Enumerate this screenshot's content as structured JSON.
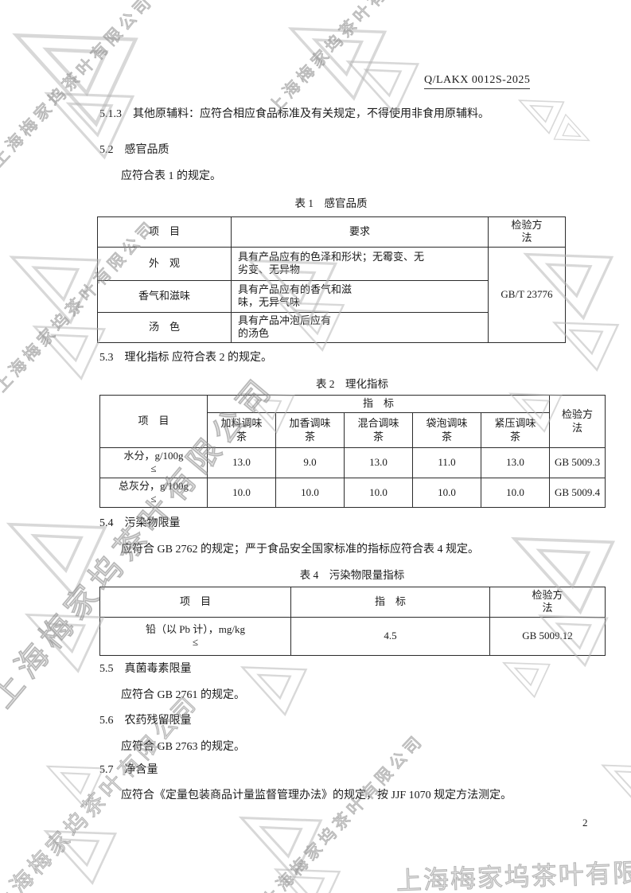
{
  "doc": {
    "header_right": "Q/LAKX 0012S-2025",
    "page_number": "2",
    "watermark_text": "上海梅家坞茶叶有限公司"
  },
  "body": {
    "p_5_1_3": "5.1.3　其他原辅料：应符合相应食品标准及有关规定，不得使用非食用原辅料。",
    "h_5_2": "5.2　感官品质",
    "p_5_2": "应符合表 1 的规定。",
    "h_5_3": "5.3　理化指标 应符合表 2 的规定。",
    "h_5_4": "5.4　污染物限量",
    "p_5_4": "应符合 GB 2762 的规定；严于食品安全国家标准的指标应符合表 4 规定。",
    "h_5_5": "5.5　真菌毒素限量",
    "p_5_5": "应符合 GB 2761 的规定。",
    "h_5_6": "5.6　农药残留限量",
    "p_5_6": "应符合 GB 2763 的规定。",
    "h_5_7": "5.7　净含量",
    "p_5_7": "应符合《定量包装商品计量监督管理办法》的规定，按 JJF 1070 规定方法测定。"
  },
  "table1": {
    "title": "表 1　感官品质",
    "col_item": "项　目",
    "col_req": "要求",
    "col_method": "检验方\n法",
    "method": "GB/T 23776",
    "rows": [
      {
        "item": "外　观",
        "req": "具有产品应有的色泽和形状；无霉变、无\n劣变、无异物"
      },
      {
        "item": "香气和滋味",
        "req": "具有产品应有的香气和滋\n味，无异气味"
      },
      {
        "item": "汤　色",
        "req": "具有产品冲泡后应有\n的汤色"
      }
    ]
  },
  "table2": {
    "title": "表 2　理化指标",
    "col_item": "项　目",
    "col_index": "指　标",
    "col_method": "检验方\n法",
    "sub_cols": [
      "加料调味\n茶",
      "加香调味\n茶",
      "混合调味\n茶",
      "袋泡调味\n茶",
      "紧压调味\n茶"
    ],
    "rows": [
      {
        "item": "水分，g/100g\n≤",
        "values": [
          "13.0",
          "9.0",
          "13.0",
          "11.0",
          "13.0"
        ],
        "method": "GB 5009.3"
      },
      {
        "item": "总灰分，g/100g\n≤",
        "values": [
          "10.0",
          "10.0",
          "10.0",
          "10.0",
          "10.0"
        ],
        "method": "GB 5009.4"
      }
    ]
  },
  "table4": {
    "title": "表 4　污染物限量指标",
    "col_item": "项　目",
    "col_index": "指　标",
    "col_method": "检验方\n法",
    "rows": [
      {
        "item": "铅（以 Pb 计），mg/kg\n≤",
        "value": "4.5",
        "method": "GB 5009.12"
      }
    ]
  }
}
